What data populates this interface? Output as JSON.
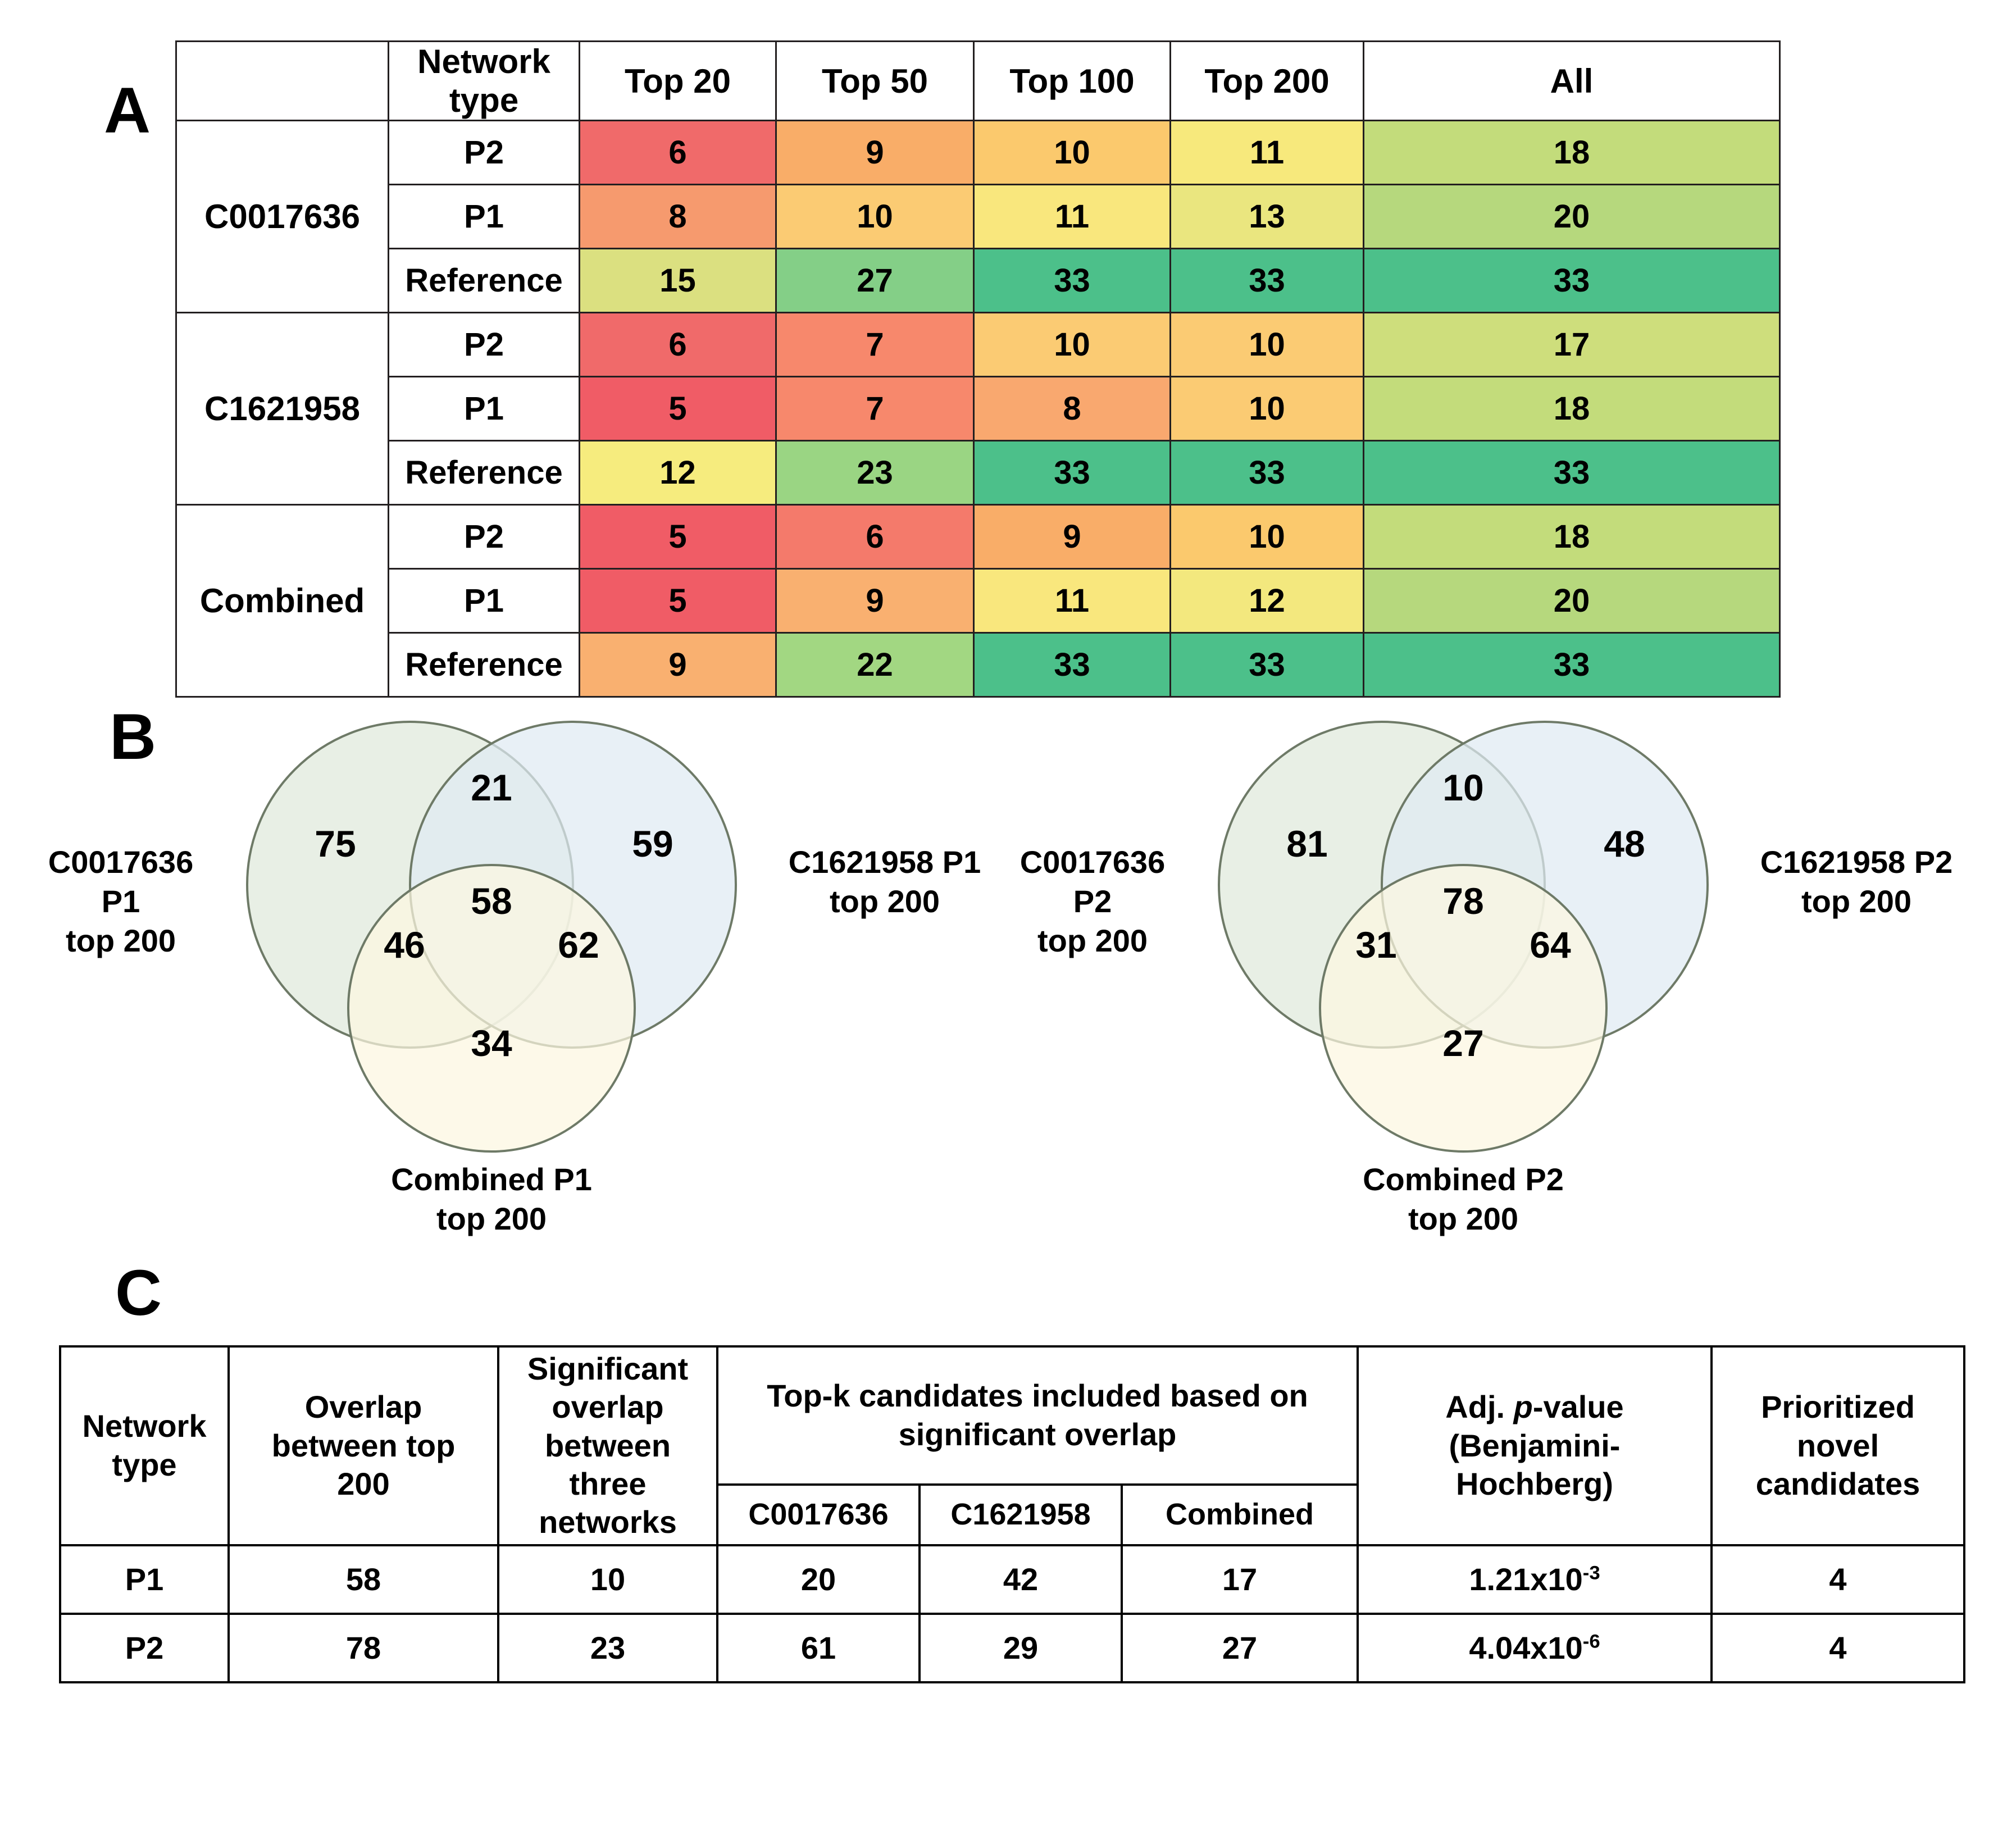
{
  "panels": {
    "a": "A",
    "b": "B",
    "c": "C"
  },
  "table_a": {
    "headers": [
      "",
      "Network type",
      "Top 20",
      "Top 50",
      "Top 100",
      "Top 200",
      "All"
    ],
    "groups": [
      {
        "name": "C0017636",
        "rows": [
          {
            "network_type": "P2",
            "values": [
              6,
              9,
              10,
              11,
              18
            ],
            "colors": [
              "#f06a6a",
              "#f9ad68",
              "#fbc96d",
              "#f7e97c",
              "#c3dc7b"
            ]
          },
          {
            "network_type": "P1",
            "values": [
              8,
              10,
              11,
              13,
              20
            ],
            "colors": [
              "#f69a6e",
              "#fbcb73",
              "#f9e77d",
              "#eae67f",
              "#b6d87d"
            ]
          },
          {
            "network_type": "Reference",
            "values": [
              15,
              27,
              33,
              33,
              33
            ],
            "colors": [
              "#dbe080",
              "#84cf87",
              "#4cc08a",
              "#4cc08a",
              "#4cc08a"
            ]
          }
        ]
      },
      {
        "name": "C1621958",
        "rows": [
          {
            "network_type": "P2",
            "values": [
              6,
              7,
              10,
              10,
              17
            ],
            "colors": [
              "#f06a6a",
              "#f7886c",
              "#fbcb73",
              "#fbcb73",
              "#cede7c"
            ]
          },
          {
            "network_type": "P1",
            "values": [
              5,
              7,
              8,
              10,
              18
            ],
            "colors": [
              "#f05c66",
              "#f7886c",
              "#f9a86f",
              "#fbcb73",
              "#c3dc7b"
            ]
          },
          {
            "network_type": "Reference",
            "values": [
              12,
              23,
              33,
              33,
              33
            ],
            "colors": [
              "#f6ec7e",
              "#9ad583",
              "#4cc08a",
              "#4cc08a",
              "#4cc08a"
            ]
          }
        ]
      },
      {
        "name": "Combined",
        "rows": [
          {
            "network_type": "P2",
            "values": [
              5,
              6,
              9,
              10,
              18
            ],
            "colors": [
              "#f05c66",
              "#f47a6b",
              "#f9ad68",
              "#fbc96d",
              "#c3dc7b"
            ]
          },
          {
            "network_type": "P1",
            "values": [
              5,
              9,
              11,
              12,
              20
            ],
            "colors": [
              "#f05c66",
              "#f9b070",
              "#f9e77d",
              "#f3e87e",
              "#b6d87d"
            ]
          },
          {
            "network_type": "Reference",
            "values": [
              9,
              22,
              33,
              33,
              33
            ],
            "colors": [
              "#f9b070",
              "#a2d782",
              "#4cc08a",
              "#4cc08a",
              "#4cc08a"
            ]
          }
        ]
      }
    ]
  },
  "venn": {
    "fill_left": "#e4ece1",
    "fill_right": "#dfeaf2",
    "fill_bottom": "#fcf7e0",
    "stroke": "#6e7a67",
    "left": {
      "label_left": "C0017636 P1\ntop 200",
      "label_left_line1": "C0017636 P1",
      "label_left_line2": "top 200",
      "label_right_line1": "C1621958 P1",
      "label_right_line2": "top 200",
      "label_bottom_line1": "Combined P1",
      "label_bottom_line2": "top 200",
      "counts": {
        "only_a": 75,
        "only_b": 59,
        "only_c": 34,
        "a_and_b": 21,
        "a_and_c": 46,
        "b_and_c": 62,
        "all_three": 58
      }
    },
    "right": {
      "label_left_line1": "C0017636 P2",
      "label_left_line2": "top 200",
      "label_right_line1": "C1621958 P2",
      "label_right_line2": "top 200",
      "label_bottom_line1": "Combined P2",
      "label_bottom_line2": "top 200",
      "counts": {
        "only_a": 81,
        "only_b": 48,
        "only_c": 27,
        "a_and_b": 10,
        "a_and_c": 31,
        "b_and_c": 64,
        "all_three": 78
      }
    }
  },
  "table_c": {
    "headers": {
      "network_type_l1": "Network",
      "network_type_l2": "type",
      "overlap_l1": "Overlap",
      "overlap_l2": "between top",
      "overlap_l3": "200",
      "sig_l1": "Significant",
      "sig_l2": "overlap",
      "sig_l3": "between",
      "sig_l4": "three",
      "sig_l5": "networks",
      "topk_l1": "Top-k candidates included based on",
      "topk_l2": "significant overlap",
      "pvalue_l1_a": "Adj. ",
      "pvalue_l1_b": "p",
      "pvalue_l1_c": "-value",
      "pvalue_l2": "(Benjamini-",
      "pvalue_l3": "Hochberg)",
      "prior_l1": "Prioritized",
      "prior_l2": "novel",
      "prior_l3": "candidates",
      "sub_c0017636": "C0017636",
      "sub_c1621958": "C1621958",
      "sub_combined": "Combined"
    },
    "rows": [
      {
        "network_type": "P1",
        "overlap_top200": 58,
        "significant_overlap": 10,
        "topk_c0017636": 20,
        "topk_c1621958": 42,
        "topk_combined": 17,
        "p_mantissa": "1.21x10",
        "p_exponent": "-3",
        "prioritized": 4
      },
      {
        "network_type": "P2",
        "overlap_top200": 78,
        "significant_overlap": 23,
        "topk_c0017636": 61,
        "topk_c1621958": 29,
        "topk_combined": 27,
        "p_mantissa": "4.04x10",
        "p_exponent": "-6",
        "prioritized": 4
      }
    ]
  }
}
